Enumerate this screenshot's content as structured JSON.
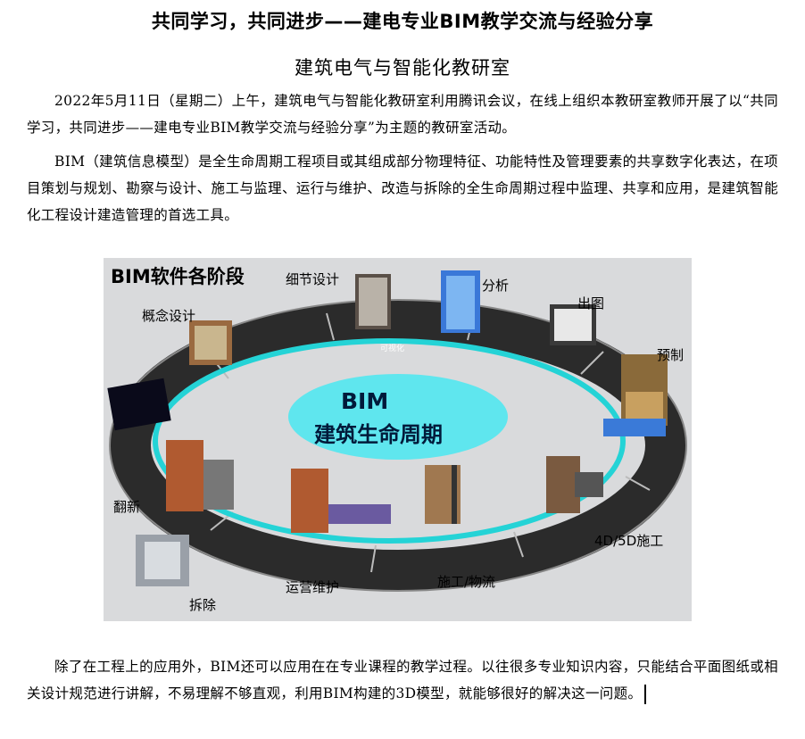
{
  "title": "共同学习，共同进步——建电专业BIM教学交流与经验分享",
  "subtitle": "建筑电气与智能化教研室",
  "paragraphs": [
    "2022年5月11日（星期二）上午，建筑电气与智能化教研室利用腾讯会议，在线上组织本教研室教师开展了以“共同学习，共同进步——建电专业BIM教学交流与经验分享”为主题的教研室活动。",
    "BIM（建筑信息模型）是全生命周期工程项目或其组成部分物理特征、功能特性及管理要素的共享数字化表达，在项目策划与规划、勘察与设计、施工与监理、运行与维护、改造与拆除的全生命周期过程中监理、共享和应用，是建筑智能化工程设计建造管理的首选工具。",
    "除了在工程上的应用外，BIM还可以应用在在专业课程的教学过程。以往很多专业知识内容，只能结合平面图纸或相关设计规范进行讲解，不易理解不够直观，利用BIM构建的3D模型，就能够很好的解决这一问题。"
  ],
  "figure": {
    "title": "BIM软件各阶段",
    "center_line1": "BIM",
    "center_line2": "建筑生命周期",
    "track_text": "可视化",
    "stages": [
      "细节设计",
      "分析",
      "出图",
      "预制",
      "4D/5D施工",
      "施工/物流",
      "运营维护",
      "拆除",
      "翻新",
      "概念设计"
    ],
    "colors": {
      "ring": "#24d3d6",
      "center": "#5fe6ee",
      "track": "#2b2b2b",
      "background": "#d9dadc"
    }
  }
}
